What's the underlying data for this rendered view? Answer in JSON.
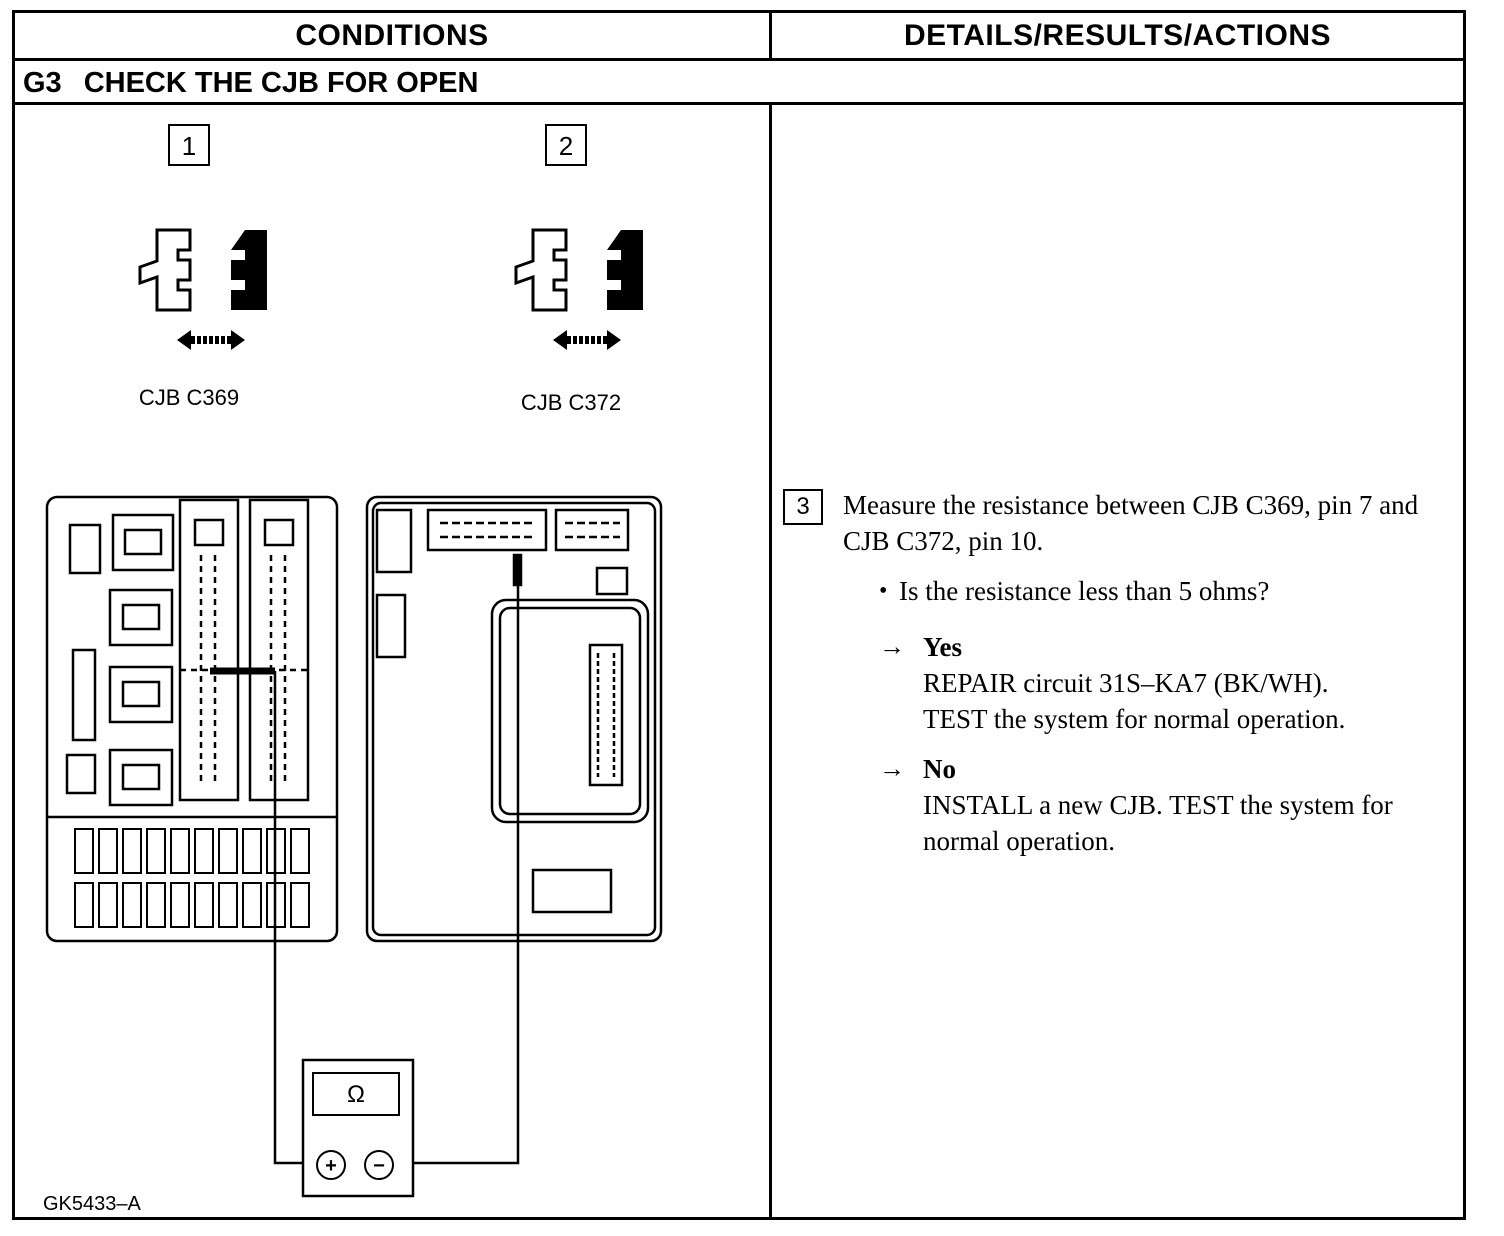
{
  "header": {
    "conditions": "CONDITIONS",
    "details": "DETAILS/RESULTS/ACTIONS"
  },
  "step": {
    "code": "G3",
    "title": "CHECK THE CJB FOR OPEN"
  },
  "diagram": {
    "connector1": {
      "number": "1",
      "label": "CJB C369"
    },
    "connector2": {
      "number": "2",
      "label": "CJB C372"
    },
    "meter_symbol": "Ω",
    "plus": "+",
    "minus": "−",
    "figure_code": "GK5433–A"
  },
  "actions": {
    "step_number": "3",
    "measure": "Measure the resistance between CJB C369, pin 7 and CJB C372, pin 10.",
    "question": "Is the resistance less than 5 ohms?",
    "bullet": "•",
    "arrow": "→",
    "yes_label": "Yes",
    "yes_line1": "REPAIR circuit 31S–KA7 (BK/WH).",
    "yes_line2": "TEST the system for normal operation.",
    "no_label": "No",
    "no_text": "INSTALL a new CJB. TEST the system for normal operation."
  }
}
